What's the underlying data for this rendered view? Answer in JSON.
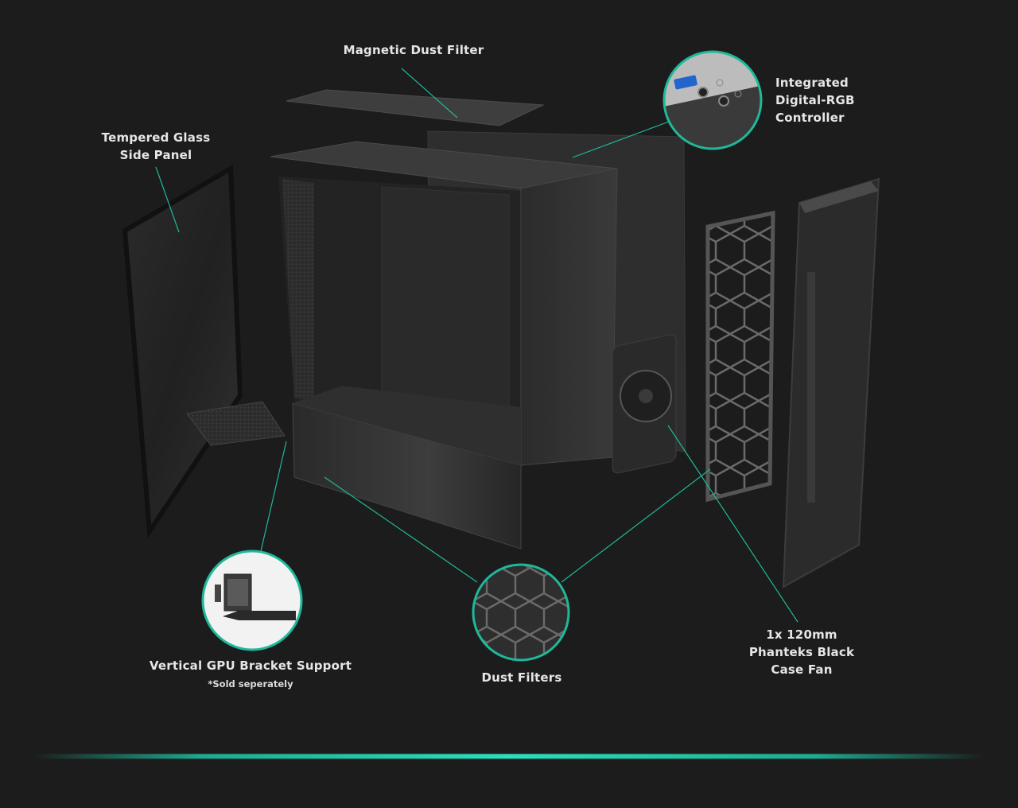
{
  "accent_color": "#1fb89a",
  "background_color": "#1c1c1c",
  "callouts": {
    "magnetic_dust_filter": "Magnetic Dust Filter",
    "tempered_glass": [
      "Tempered Glass",
      "Side Panel"
    ],
    "rgb_controller": [
      "Integrated",
      "Digital-RGB",
      "Controller"
    ],
    "gpu_bracket": "Vertical GPU Bracket Support",
    "gpu_bracket_note": "*Sold seperately",
    "dust_filters": "Dust Filters",
    "case_fan": [
      "1x 120mm",
      "Phanteks Black",
      "Case Fan"
    ]
  }
}
